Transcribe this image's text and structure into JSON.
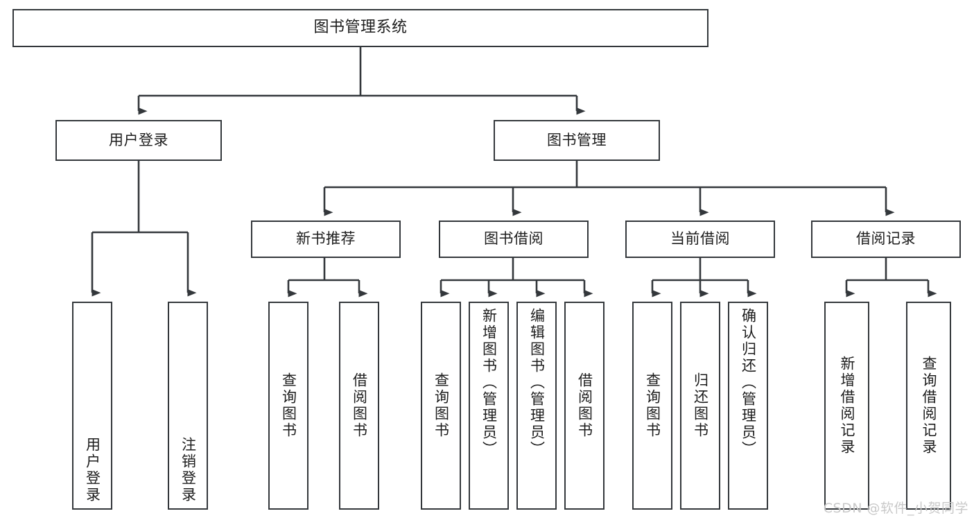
{
  "diagram": {
    "title": "图书管理系统",
    "type": "tree-hierarchy-chart",
    "stroke_color": "#33373b",
    "fill_color": "#ffffff",
    "text_color": "#1c1c1c"
  },
  "root": {
    "label": "图书管理系统"
  },
  "level2": [
    {
      "id": "user-login",
      "label": "用户登录"
    },
    {
      "id": "book-manage",
      "label": "图书管理"
    }
  ],
  "level3": [
    {
      "id": "new-book-recommend",
      "label": "新书推荐"
    },
    {
      "id": "book-borrow",
      "label": "图书借阅"
    },
    {
      "id": "current-borrow",
      "label": "当前借阅"
    },
    {
      "id": "borrow-record",
      "label": "借阅记录"
    }
  ],
  "leaves": {
    "user_login": [
      {
        "id": "leaf-user-login",
        "label": "用户登录"
      },
      {
        "id": "leaf-user-logout",
        "label": "注销登录"
      }
    ],
    "new_book_recommend": [
      {
        "id": "leaf-query-book-1",
        "label": "查询图书"
      },
      {
        "id": "leaf-borrow-book-1",
        "label": "借阅图书"
      }
    ],
    "book_borrow": [
      {
        "id": "leaf-query-book-2",
        "label": "查询图书"
      },
      {
        "id": "leaf-add-book",
        "label": "新增图书（管理员）"
      },
      {
        "id": "leaf-edit-book",
        "label": "编辑图书（管理员）"
      },
      {
        "id": "leaf-borrow-book-2",
        "label": "借阅图书"
      }
    ],
    "current_borrow": [
      {
        "id": "leaf-query-book-3",
        "label": "查询图书"
      },
      {
        "id": "leaf-return-book",
        "label": "归还图书"
      },
      {
        "id": "leaf-confirm-return",
        "label": "确认归还（管理员）"
      }
    ],
    "borrow_record": [
      {
        "id": "leaf-add-record",
        "label": "新增借阅记录"
      },
      {
        "id": "leaf-query-record",
        "label": "查询借阅记录"
      }
    ]
  },
  "watermark": {
    "text": "CSDN @软件_小贺同学"
  }
}
